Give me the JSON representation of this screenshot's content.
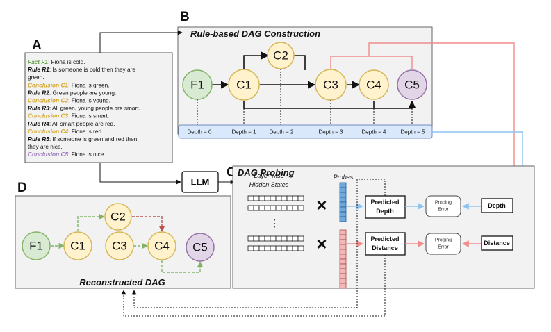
{
  "panels": {
    "a_letter": "A",
    "b_letter": "B",
    "c_letter": "C",
    "d_letter": "D",
    "b_title": "Rule-based DAG Construction",
    "c_title": "DAG Probing",
    "d_title": "Reconstructed DAG"
  },
  "facts": [
    {
      "key": "Fact F1",
      "rest": ": Fiona is cold.",
      "color": "#6aa84f"
    },
    {
      "key": "Rule R1",
      "rest": ": Is someone is cold then they are",
      "color": "#111111"
    },
    {
      "key": "",
      "rest": "green.",
      "color": "#111111"
    },
    {
      "key": "Conclusion C1",
      "rest": ": Fiona is green.",
      "color": "#d6a526"
    },
    {
      "key": "Rule R2",
      "rest": ": Green people are young.",
      "color": "#111111"
    },
    {
      "key": "Conclusion C2",
      "rest": ": Fiona is young.",
      "color": "#d6a526"
    },
    {
      "key": "Rule R3",
      "rest": ": All green, young people are smart.",
      "color": "#111111"
    },
    {
      "key": "Conclusion C3",
      "rest": ": Fiona is smart.",
      "color": "#d6a526"
    },
    {
      "key": "Rule R4",
      "rest": ": All smart people are red.",
      "color": "#111111"
    },
    {
      "key": "Conclusion C4",
      "rest": ": Fiona is red.",
      "color": "#d6a526"
    },
    {
      "key": "Rule R5",
      "rest": ": If someone is green and red then",
      "color": "#111111"
    },
    {
      "key": "",
      "rest": "they are nice.",
      "color": "#111111"
    },
    {
      "key": "Conclusion C5",
      "rest": ": Fiona is nice.",
      "color": "#9b7bbf"
    }
  ],
  "dag_nodes": {
    "f1": "F1",
    "c1": "C1",
    "c2": "C2",
    "c3": "C3",
    "c4": "C4",
    "c5": "C5"
  },
  "depths": [
    "Depth = 0",
    "Depth = 1",
    "Depth = 2",
    "Depth = 3",
    "Depth = 4",
    "Depth = 5"
  ],
  "probing": {
    "llm": "LLM",
    "hidden_states_line1": "Layer-wise",
    "hidden_states_line2": "Hidden States",
    "probes": "Probes",
    "times": "×",
    "vdots": "⋮",
    "pred_depth_1": "Predicted",
    "pred_depth_2": "Depth",
    "pred_dist_1": "Predicted",
    "pred_dist_2": "Distance",
    "probing_error_1": "Probing",
    "probing_error_2": "Error",
    "depth": "Depth",
    "distance": "Distance"
  },
  "colors": {
    "green_fill": "#d9ead3",
    "green_stroke": "#6aa84f",
    "yellow_fill": "#fff2cc",
    "yellow_stroke": "#d6b656",
    "purple_fill": "#e1d5e7",
    "purple_stroke": "#9673a6",
    "blue": "#8fc2f0",
    "red": "#f08c8c",
    "panel_bg": "#f2f2f2",
    "depth_bar": "#dae8fc"
  }
}
